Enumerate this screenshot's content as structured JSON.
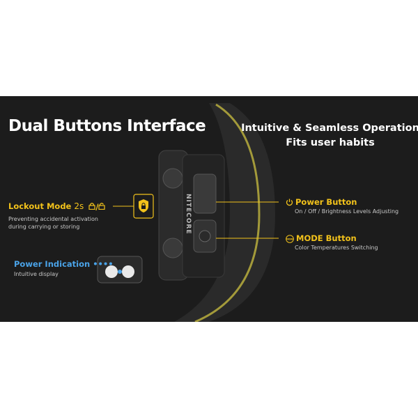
{
  "header": {
    "title": "Dual Buttons Interface",
    "subtitle_line1": "Intuitive & Seamless Operation",
    "subtitle_line2": "Fits user habits"
  },
  "lockout": {
    "label": "Lockout Mode",
    "hold_time": "2s",
    "separator": "/",
    "desc_line1": "Preventing accidental activation",
    "desc_line2": "during carrying or storing"
  },
  "power_indication": {
    "label": "Power Indication",
    "dots": "••••",
    "desc": "Intuitive display"
  },
  "power_button": {
    "label": "Power Button",
    "desc": "On / Off / Brightness Levels Adjusting"
  },
  "mode_button": {
    "label": "MODE Button",
    "desc": "Color Temperatures Switching",
    "icon_text": "MODE"
  },
  "device": {
    "brand": "NITECORE"
  },
  "colors": {
    "background": "#1c1c1c",
    "accent_yellow": "#f2c21b",
    "accent_blue": "#4aa3e8",
    "text_white": "#ffffff",
    "text_gray": "#c9c9c9"
  },
  "icons": [
    "lock-icon",
    "unlock-icon",
    "shield-lock-icon",
    "power-icon",
    "mode-icon"
  ]
}
